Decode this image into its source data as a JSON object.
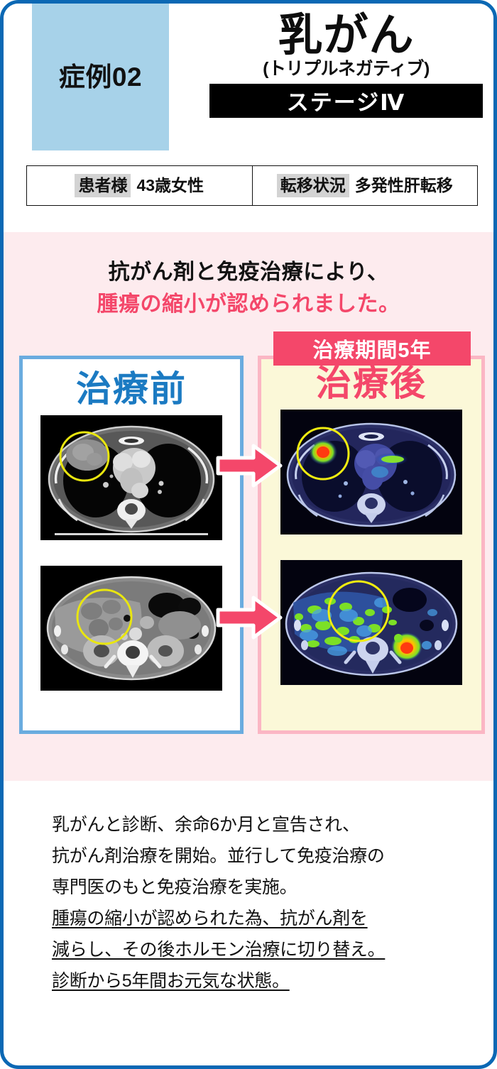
{
  "card": {
    "border_color": "#0b68b4"
  },
  "header": {
    "case_badge": {
      "label": "症例02",
      "bg_color": "#a7d2e9"
    },
    "disease_name": "乳がん",
    "disease_subtype": "(トリプルネガティブ)",
    "stage_label": "ステージⅣ",
    "info": [
      {
        "key": "患者様",
        "value": "43歳女性"
      },
      {
        "key": "転移状況",
        "value": "多発性肝転移"
      }
    ]
  },
  "compare": {
    "bg_color": "#fdebee",
    "heading_line1": "抗がん剤と免疫治療により、",
    "heading_line2": "腫瘍の縮小が認められました。",
    "heading_line2_color": "#f4476a",
    "duration_badge": "治療期間5年",
    "before": {
      "title": "治療前",
      "title_color": "#1b7ac2",
      "border_color": "#6aacdf",
      "scans": [
        {
          "name": "chest-ct-before",
          "modality": "CT",
          "region": "chest",
          "annotation": "yellow-circle-tumor"
        },
        {
          "name": "abdomen-ct-before",
          "modality": "CT",
          "region": "abdomen",
          "annotation": "yellow-circle-liver-lesions"
        }
      ]
    },
    "after": {
      "title": "治療後",
      "title_color": "#f4476a",
      "border_color": "#fbb6c4",
      "bg_color": "#fbf8d8",
      "scans": [
        {
          "name": "chest-petct-after",
          "modality": "PET/CT",
          "region": "chest",
          "annotation": "yellow-circle-residual-uptake"
        },
        {
          "name": "abdomen-petct-after",
          "modality": "PET/CT",
          "region": "abdomen",
          "annotation": "yellow-circle-liver"
        }
      ]
    },
    "arrow_color": "#f4476a"
  },
  "narrative": {
    "lines": [
      {
        "text": "乳がんと診断、余命6か月と宣告され、",
        "underline": false
      },
      {
        "text": "抗がん剤治療を開始。並行して免疫治療の",
        "underline": false
      },
      {
        "text": "専門医のもと免疫治療を実施。",
        "underline": false
      },
      {
        "text": "腫瘍の縮小が認められた為、抗がん剤を",
        "underline": true
      },
      {
        "text": "減らし、その後ホルモン治療に切り替え。",
        "underline": true
      },
      {
        "text": "診断から5年間お元気な状態。",
        "underline": true
      }
    ]
  }
}
